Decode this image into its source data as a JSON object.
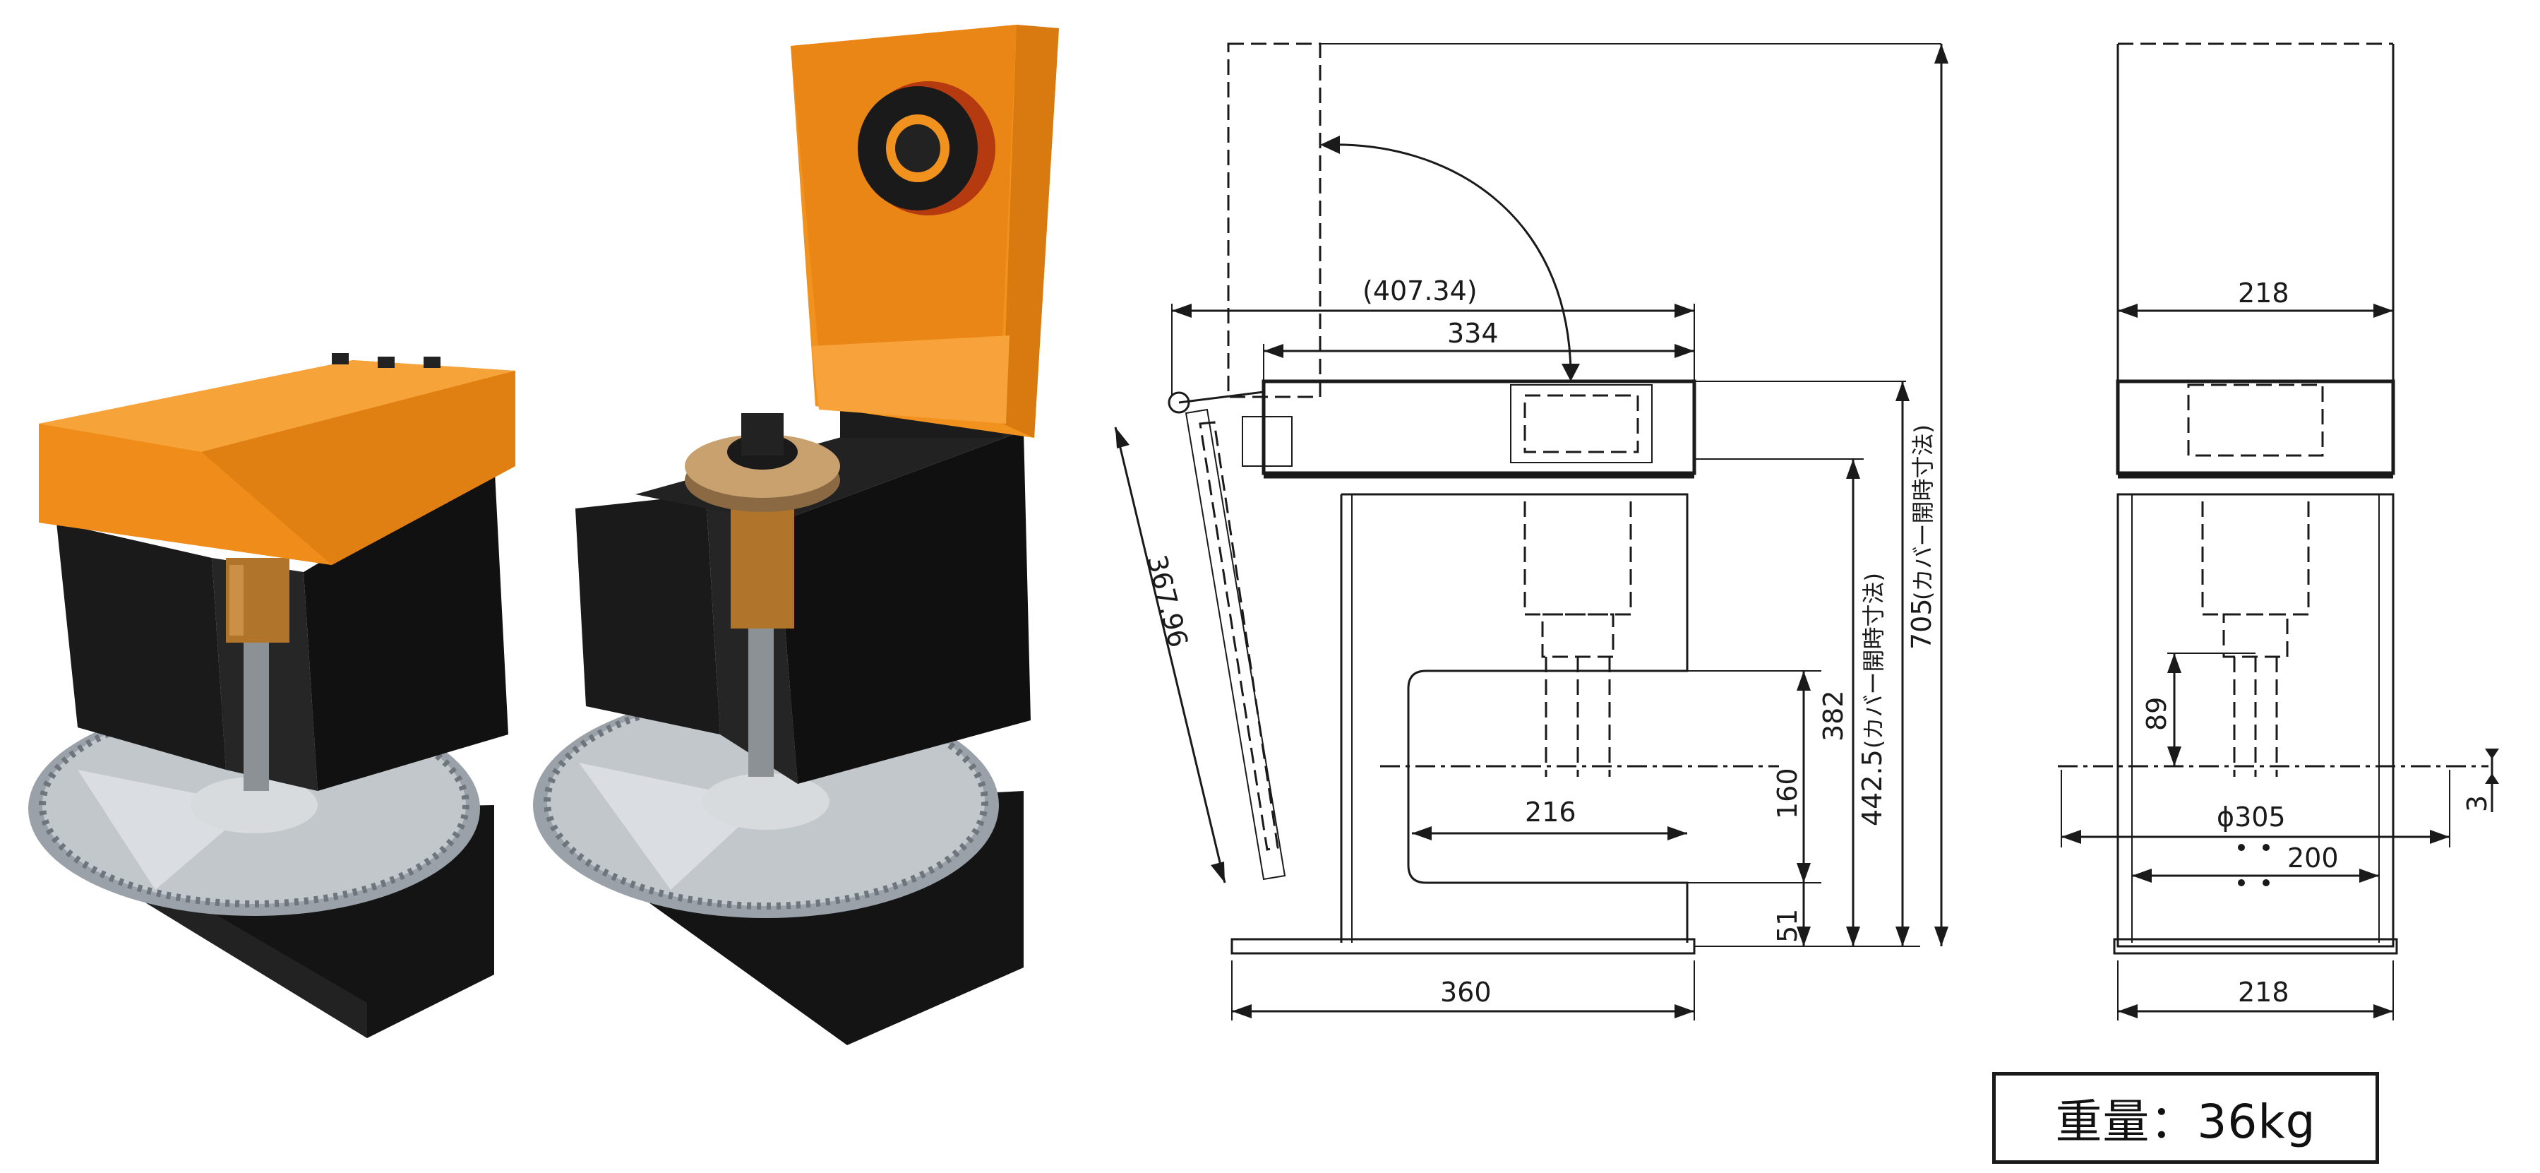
{
  "product": {
    "weight_label": "重量：36kg",
    "photo_closed_alt": "machine-cover-closed",
    "photo_open_alt": "machine-cover-open"
  },
  "colors": {
    "cover_orange": "#f2921e",
    "body_black": "#151515",
    "blade_silver": "#b9bec4",
    "collar_bronze": "#c9822e",
    "line": "#1a1a1a"
  },
  "side_view": {
    "dims": {
      "overall_width": "(407.34)",
      "top_width": "334",
      "arm_length": "367.96",
      "throat_depth": "216",
      "base_width": "360",
      "throat_height": "382",
      "lower_gap": "160",
      "base_height": "51",
      "cover_open_height": "442.5",
      "cover_open_note_1": "(カバー開時寸法)",
      "overall_open_height": "705",
      "cover_open_note_2": "(カバー開時寸法)"
    }
  },
  "front_view": {
    "dims": {
      "top_width": "218",
      "bottom_width": "218",
      "spindle_offset": "89",
      "blade_diameter": "ϕ305",
      "flange_width": "200",
      "blade_offset": "3"
    }
  }
}
